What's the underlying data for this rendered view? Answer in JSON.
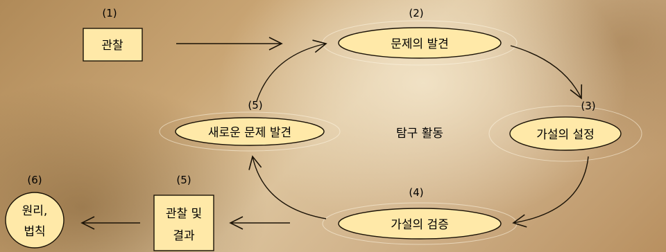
{
  "steps": {
    "observation": {
      "num": "(1)",
      "label": "관찰"
    },
    "problem_discovery": {
      "num": "(2)",
      "label": "문제의 발견"
    },
    "hypothesis_setting": {
      "num": "(3)",
      "label": "가설의 설정"
    },
    "hypothesis_testing": {
      "num": "(4)",
      "label": "가설의 검증"
    },
    "new_problem": {
      "num": "(5)",
      "label": "새로운 문제 발견"
    },
    "observation_result": {
      "num": "(5)",
      "label_line1": "관찰 및",
      "label_line2": "결과"
    },
    "principle_law": {
      "num": "(6)",
      "label_line1": "원리,",
      "label_line2": "법칙"
    }
  },
  "center_label": "탐구 활동",
  "colors": {
    "box_fill": "#ffe9a8",
    "ellipse_fill": "#ffe9a8",
    "stroke": "#1a1206"
  }
}
